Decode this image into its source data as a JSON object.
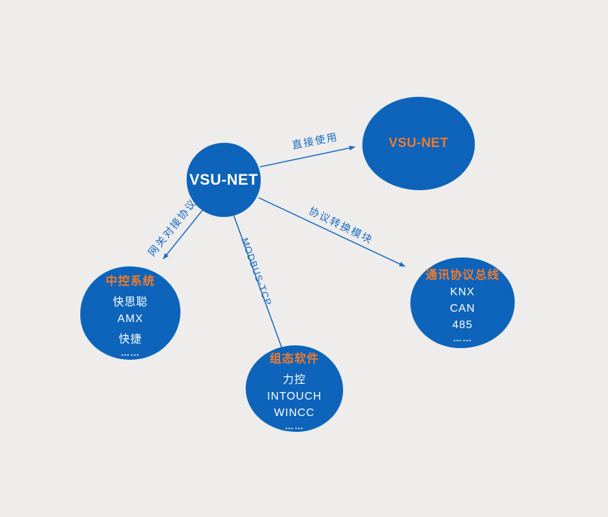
{
  "colors": {
    "background": "#eeedec",
    "node_fill": "#0d64ba",
    "accent_orange": "#ee7a2e",
    "line_blue": "#1a6cc2",
    "node_text": "#ffffff"
  },
  "nodes": {
    "central": {
      "title": "VSU-NET"
    },
    "direct_use": {
      "title": "VSU-NET"
    },
    "central_control": {
      "title": "中控系统",
      "items": [
        "快思聪",
        "AMX",
        "快捷",
        "……"
      ]
    },
    "scada_software": {
      "title": "组态软件",
      "items": [
        "力控",
        "INTOUCH",
        "WINCC",
        "……"
      ]
    },
    "protocol_bus": {
      "title": "通讯协议总线",
      "items": [
        "KNX",
        "CAN",
        "485",
        "……"
      ]
    }
  },
  "edges": {
    "direct_use": "直接使用",
    "gateway_protocol": "网关对接协议",
    "modbus_tcp": "MODBUS-TCP",
    "protocol_module": "协议转换模块"
  }
}
